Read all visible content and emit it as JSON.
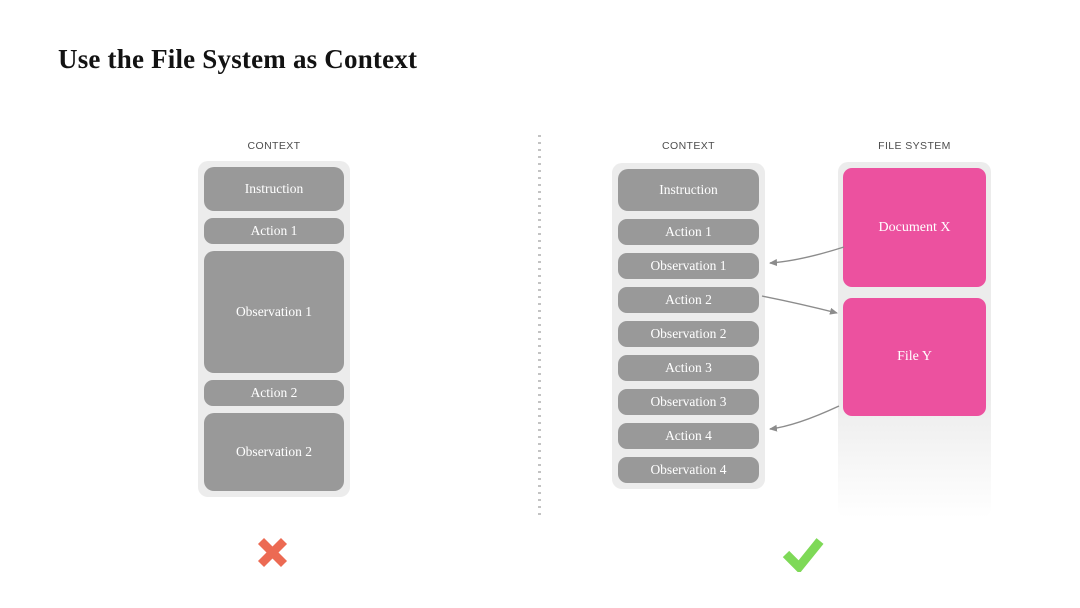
{
  "title": "Use the File System as Context",
  "left": {
    "label": "CONTEXT",
    "boxes": [
      "Instruction",
      "Action 1",
      "Observation 1",
      "Action 2",
      "Observation 2"
    ],
    "verdict": "rejected"
  },
  "right": {
    "context_label": "CONTEXT",
    "context_boxes": [
      "Instruction",
      "Action 1",
      "Observation 1",
      "Action 2",
      "Observation 2",
      "Action 3",
      "Observation 3",
      "Action 4",
      "Observation 4"
    ],
    "fs_label": "FILE SYSTEM",
    "fs_boxes": [
      "Document X",
      "File Y"
    ],
    "arrows": [
      {
        "from": "Document X",
        "to": "Observation 1"
      },
      {
        "from": "Action 2",
        "to": "File Y"
      },
      {
        "from": "File Y",
        "to": "Action 4"
      }
    ],
    "verdict": "approved"
  },
  "colors": {
    "box_gray": "#999999",
    "panel_gray": "#ececec",
    "pink": "#ec519f",
    "cross_red": "#ec6a53",
    "check_green": "#7ed957",
    "arrow_gray": "#8c8c8c"
  }
}
